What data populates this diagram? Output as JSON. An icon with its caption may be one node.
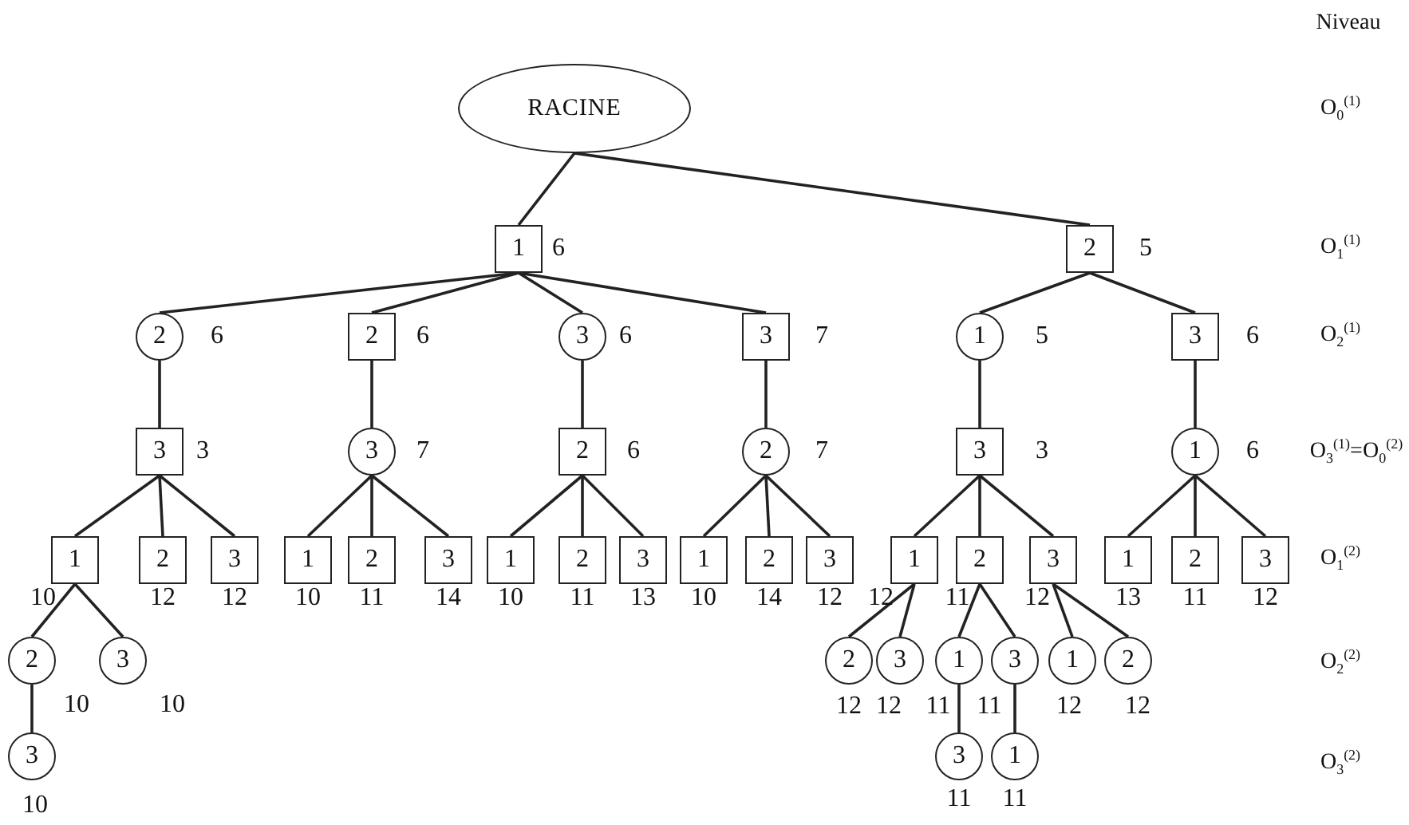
{
  "diagram": {
    "nodes": [
      {
        "text": [
          "RACINE"
        ]
      },
      {
        "text": [
          "1"
        ],
        "beside": [
          "6"
        ]
      },
      {
        "text": [
          "2"
        ],
        "beside": [
          "5"
        ]
      },
      {
        "text": [
          "2"
        ],
        "beside": [
          "6"
        ]
      },
      {
        "text": [
          "2"
        ],
        "beside": [
          "6"
        ]
      },
      {
        "text": [
          "3"
        ],
        "beside": [
          "6"
        ]
      },
      {
        "text": [
          "3"
        ],
        "beside": [
          "7"
        ]
      },
      {
        "text": [
          "1"
        ],
        "beside": [
          "5"
        ]
      },
      {
        "text": [
          "3"
        ],
        "beside": [
          "6"
        ]
      },
      {
        "text": [
          "3"
        ],
        "beside": [
          "3"
        ]
      },
      {
        "text": [
          "3"
        ],
        "beside": [
          "7"
        ]
      },
      {
        "text": [
          "2"
        ],
        "beside": [
          "6"
        ]
      },
      {
        "text": [
          "2"
        ],
        "beside": [
          "7"
        ]
      },
      {
        "text": [
          "3"
        ],
        "beside": [
          "3"
        ]
      },
      {
        "text": [
          "1"
        ],
        "beside": [
          "6"
        ]
      },
      {
        "text": [
          "1"
        ],
        "beside": [
          "10"
        ]
      },
      {
        "text": [
          "2"
        ],
        "beside": [
          "12"
        ]
      },
      {
        "text": [
          "3"
        ],
        "beside": [
          "12"
        ]
      },
      {
        "text": [
          "1"
        ],
        "beside": [
          "10"
        ]
      },
      {
        "text": [
          "2"
        ],
        "beside": [
          "11"
        ]
      },
      {
        "text": [
          "3"
        ],
        "beside": [
          "14"
        ]
      },
      {
        "text": [
          "1"
        ],
        "beside": [
          "10"
        ]
      },
      {
        "text": [
          "2"
        ],
        "beside": [
          "11"
        ]
      },
      {
        "text": [
          "3"
        ],
        "beside": [
          "13"
        ]
      },
      {
        "text": [
          "1"
        ],
        "beside": [
          "10"
        ]
      },
      {
        "text": [
          "2"
        ],
        "beside": [
          "14"
        ]
      },
      {
        "text": [
          "3"
        ],
        "beside": [
          "12"
        ]
      },
      {
        "text": [
          "1"
        ],
        "beside": [
          "12"
        ]
      },
      {
        "text": [
          "2"
        ],
        "beside": [
          "11"
        ]
      },
      {
        "text": [
          "3"
        ],
        "beside": [
          "12"
        ]
      },
      {
        "text": [
          "1"
        ],
        "beside": [
          "13"
        ]
      },
      {
        "text": [
          "2"
        ],
        "beside": [
          "11"
        ]
      },
      {
        "text": [
          "3"
        ],
        "beside": [
          "12"
        ]
      },
      {
        "text": [
          "2"
        ],
        "beside": [
          "10"
        ]
      },
      {
        "text": [
          "3"
        ],
        "beside": [
          "10"
        ]
      },
      {
        "text": [
          "2"
        ],
        "beside": [
          "12"
        ]
      },
      {
        "text": [
          "3"
        ],
        "beside": [
          "12"
        ]
      },
      {
        "text": [
          "1"
        ],
        "beside": [
          "11"
        ]
      },
      {
        "text": [
          "3"
        ],
        "beside": [
          "11"
        ]
      },
      {
        "text": [
          "1"
        ],
        "beside": [
          "12"
        ]
      },
      {
        "text": [
          "2"
        ],
        "beside": [
          "12"
        ]
      },
      {
        "text": [
          "3"
        ],
        "beside": [
          "10"
        ]
      },
      {
        "text": [
          "3"
        ],
        "beside": [
          "11"
        ]
      },
      {
        "text": [
          "1"
        ],
        "beside": [
          "11"
        ]
      }
    ],
    "edges": [
      {
        "from": 0,
        "to": 1,
        "arrow": "none"
      },
      {
        "from": 0,
        "to": 2,
        "arrow": "none"
      },
      {
        "from": 1,
        "to": 3,
        "arrow": "none"
      },
      {
        "from": 1,
        "to": 4,
        "arrow": "none"
      },
      {
        "from": 1,
        "to": 5,
        "arrow": "none"
      },
      {
        "from": 1,
        "to": 6,
        "arrow": "none"
      },
      {
        "from": 2,
        "to": 7,
        "arrow": "none"
      },
      {
        "from": 2,
        "to": 8,
        "arrow": "none"
      },
      {
        "from": 3,
        "to": 9,
        "arrow": "none"
      },
      {
        "from": 4,
        "to": 10,
        "arrow": "none"
      },
      {
        "from": 5,
        "to": 11,
        "arrow": "none"
      },
      {
        "from": 6,
        "to": 12,
        "arrow": "none"
      },
      {
        "from": 7,
        "to": 13,
        "arrow": "none"
      },
      {
        "from": 8,
        "to": 14,
        "arrow": "none"
      },
      {
        "from": 9,
        "to": 15,
        "arrow": "none"
      },
      {
        "from": 9,
        "to": 16,
        "arrow": "none"
      },
      {
        "from": 9,
        "to": 17,
        "arrow": "none"
      },
      {
        "from": 10,
        "to": 18,
        "arrow": "none"
      },
      {
        "from": 10,
        "to": 19,
        "arrow": "none"
      },
      {
        "from": 10,
        "to": 20,
        "arrow": "none"
      },
      {
        "from": 11,
        "to": 21,
        "arrow": "none"
      },
      {
        "from": 11,
        "to": 22,
        "arrow": "none"
      },
      {
        "from": 11,
        "to": 23,
        "arrow": "none"
      },
      {
        "from": 12,
        "to": 24,
        "arrow": "none"
      },
      {
        "from": 12,
        "to": 25,
        "arrow": "none"
      },
      {
        "from": 12,
        "to": 26,
        "arrow": "none"
      },
      {
        "from": 13,
        "to": 27,
        "arrow": "none"
      },
      {
        "from": 13,
        "to": 28,
        "arrow": "none"
      },
      {
        "from": 13,
        "to": 29,
        "arrow": "none"
      },
      {
        "from": 14,
        "to": 30,
        "arrow": "none"
      },
      {
        "from": 14,
        "to": 31,
        "arrow": "none"
      },
      {
        "from": 14,
        "to": 32,
        "arrow": "none"
      },
      {
        "from": 15,
        "to": 33,
        "arrow": "none"
      },
      {
        "from": 15,
        "to": 34,
        "arrow": "none"
      },
      {
        "from": 27,
        "to": 35,
        "arrow": "none"
      },
      {
        "from": 27,
        "to": 36,
        "arrow": "none"
      },
      {
        "from": 28,
        "to": 37,
        "arrow": "none"
      },
      {
        "from": 28,
        "to": 38,
        "arrow": "none"
      },
      {
        "from": 29,
        "to": 39,
        "arrow": "none"
      },
      {
        "from": 29,
        "to": 40,
        "arrow": "none"
      },
      {
        "from": 33,
        "to": 41,
        "arrow": "none"
      },
      {
        "from": 37,
        "to": 42,
        "arrow": "none"
      },
      {
        "from": 38,
        "to": 43,
        "arrow": "none"
      }
    ],
    "labels": [
      "Niveau",
      "O$_{0}$$^{(1)}$",
      "O$_{1}$$^{(1)}$",
      "O$_{2}$$^{(1)}$",
      "O$_{3}$$^{(1)}$=O$_{0}$$^{(2)}$",
      "O$_{1}$$^{(2)}$",
      "O$_{2}$$^{(2)}$",
      "O$_{3}$$^{(2)}$"
    ]
  }
}
